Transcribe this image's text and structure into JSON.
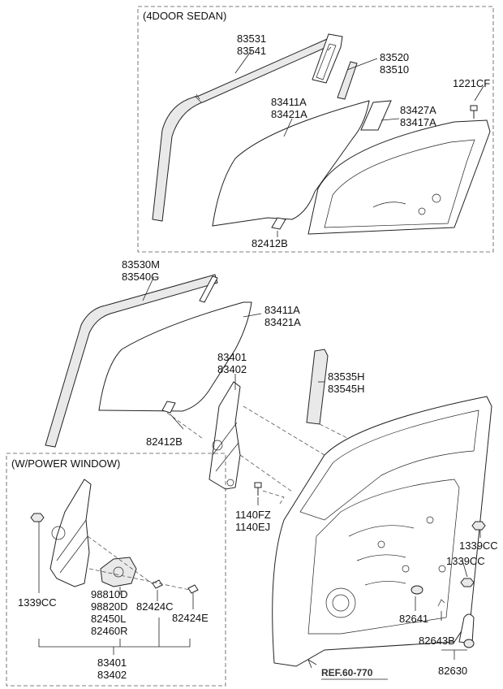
{
  "sections": {
    "sedan": "(4DOOR SEDAN)",
    "power_window": "(W/POWER WINDOW)"
  },
  "labels": {
    "p83531": "83531",
    "p83541": "83541",
    "p83520": "83520",
    "p83510": "83510",
    "p1221CF": "1221CF",
    "p83411A_top": "83411A",
    "p83421A_top": "83421A",
    "p83427A": "83427A",
    "p83417A": "83417A",
    "p82412B_top": "82412B",
    "p83530M": "83530M",
    "p83540G": "83540G",
    "p83411A_mid": "83411A",
    "p83421A_mid": "83421A",
    "p83401_mid": "83401",
    "p83402_mid": "83402",
    "p83535H": "83535H",
    "p83545H": "83545H",
    "p82412B_mid": "82412B",
    "p1140FZ": "1140FZ",
    "p1140EJ": "1140EJ",
    "p1339CC_right1": "1339CC",
    "p1339CC_right2": "1339CC",
    "p1339CC_left": "1339CC",
    "p98810D": "98810D",
    "p98820D": "98820D",
    "p82450L": "82450L",
    "p82460R": "82460R",
    "p82424C": "82424C",
    "p82424E": "82424E",
    "p83401_bot": "83401",
    "p83402_bot": "83402",
    "p82641": "82641",
    "p82643B": "82643B",
    "p82630": "82630",
    "ref": "REF.60-770"
  }
}
